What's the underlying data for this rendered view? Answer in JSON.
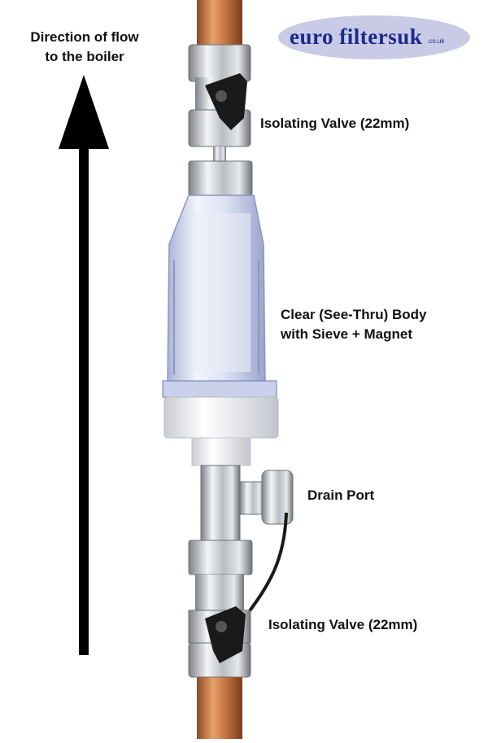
{
  "brand": {
    "logo_text": "euro filtersuk",
    "logo_domain": ".co.uk",
    "color": "#1b2a8a"
  },
  "flow": {
    "line1": "Direction of flow",
    "line2": "to the boiler"
  },
  "labels": {
    "valve_top": "Isolating Valve (22mm)",
    "body_line1": "Clear (See-Thru) Body",
    "body_line2": "with Sieve + Magnet",
    "drain": "Drain Port",
    "valve_bottom": "Isolating Valve (22mm)"
  },
  "colors": {
    "copper": "#c87945",
    "chrome": "#c9ccd0",
    "lever": "#1a1a1a",
    "bowl": "#dde3f2"
  }
}
